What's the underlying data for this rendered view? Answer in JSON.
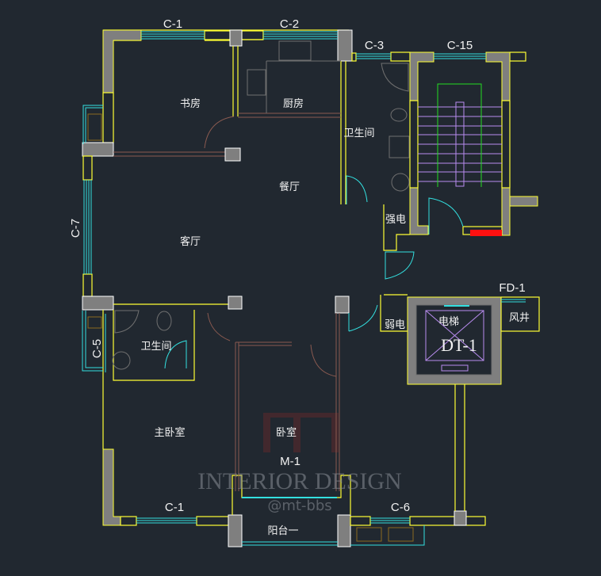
{
  "title": "Apartment floor plan (CAD)",
  "windows": {
    "top_left": "C-1",
    "top_mid": "C-2",
    "top_bath": "C-3",
    "top_stair": "C-15",
    "left_living": "C-7",
    "left_bath": "C-5",
    "bottom_left": "C-1",
    "bottom_right": "C-6",
    "vent": "FD-1",
    "door_balcony": "M-1"
  },
  "rooms": {
    "study": "书房",
    "kitchen": "厨房",
    "bath_right": "卫生间",
    "dining": "餐厅",
    "living": "客厅",
    "strong_power": "强电",
    "weak_power": "弱电",
    "elevator": "电梯",
    "elevator_code": "DT-1",
    "air_shaft": "风井",
    "bath_left": "卫生间",
    "master_bedroom": "主卧室",
    "bedroom": "卧室",
    "balcony": "阳台一"
  },
  "watermark": {
    "title": "INTERIOR DESIGN",
    "handle": "@mt-bbs"
  },
  "colors": {
    "background": "#212830",
    "wall": "#ffff33",
    "window": "#33e0e0",
    "column": "#7f7f7f",
    "stair": "#b98cf0"
  }
}
